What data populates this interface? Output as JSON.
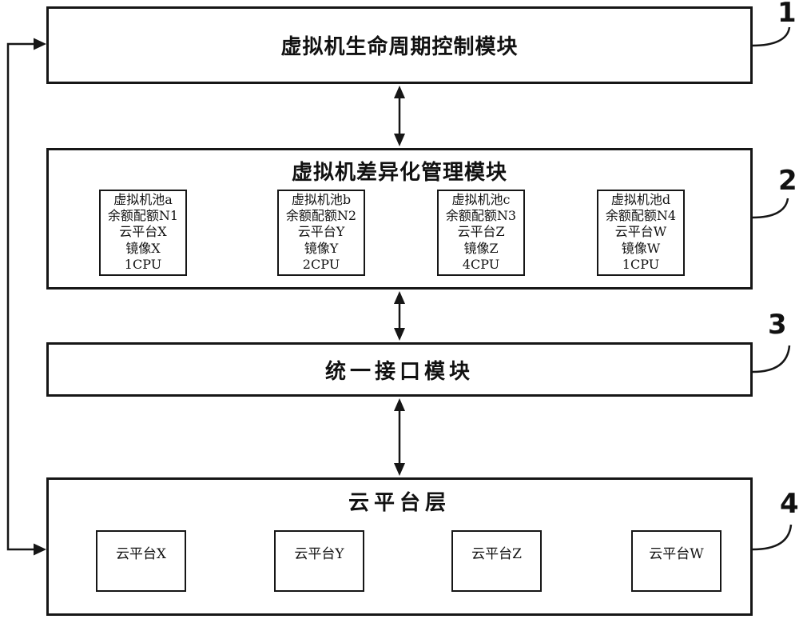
{
  "figure": {
    "background": "#ffffff",
    "line_color": "#161616"
  },
  "modules": {
    "lifecycle": {
      "title": "虚拟机生命周期控制模块",
      "ref": "1"
    },
    "differentiation": {
      "title": "虚拟机差异化管理模块",
      "ref": "2",
      "pools": [
        {
          "name": "虚拟机池a",
          "quota": "余额配额N1",
          "platform": "云平台X",
          "image": "镜像X",
          "cpu": "1CPU"
        },
        {
          "name": "虚拟机池b",
          "quota": "余额配额N2",
          "platform": "云平台Y",
          "image": "镜像Y",
          "cpu": "2CPU"
        },
        {
          "name": "虚拟机池c",
          "quota": "余额配额N3",
          "platform": "云平台Z",
          "image": "镜像Z",
          "cpu": "4CPU"
        },
        {
          "name": "虚拟机池d",
          "quota": "余额配额N4",
          "platform": "云平台W",
          "image": "镜像W",
          "cpu": "1CPU"
        }
      ]
    },
    "interface": {
      "title": "统一接口模块",
      "ref": "3"
    },
    "cloud": {
      "title": "云平台层",
      "ref": "4",
      "platforms": [
        "云平台X",
        "云平台Y",
        "云平台Z",
        "云平台W"
      ]
    }
  }
}
